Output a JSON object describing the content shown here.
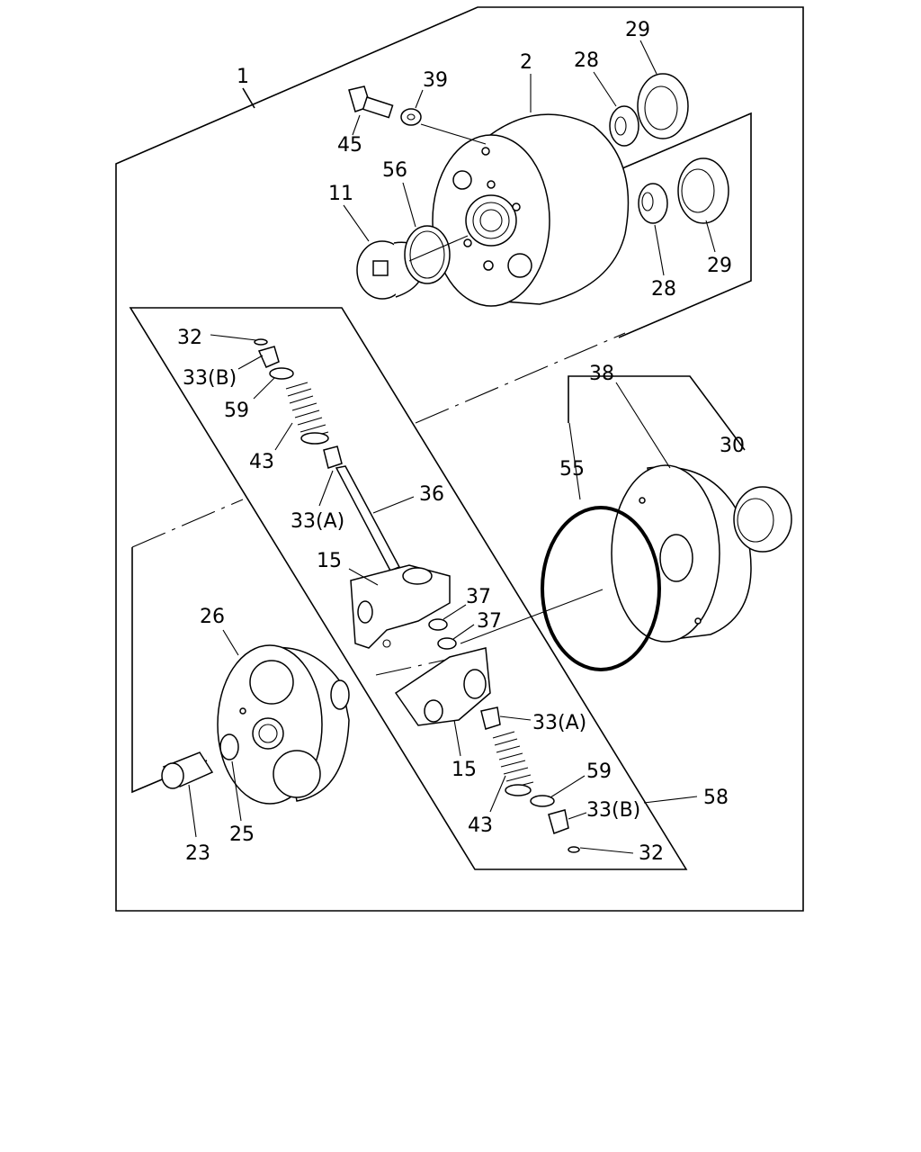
{
  "diagram": {
    "labels": {
      "l1": "1",
      "l2": "2",
      "l11": "11",
      "l15a": "15",
      "l15b": "15",
      "l23": "23",
      "l25": "25",
      "l26": "26",
      "l28a": "28",
      "l28b": "28",
      "l29a": "29",
      "l29b": "29",
      "l30": "30",
      "l32a": "32",
      "l32b": "32",
      "l33Ba": "33(B)",
      "l33Bb": "33(B)",
      "l33Aa": "33(A)",
      "l33Ab": "33(A)",
      "l36": "36",
      "l37a": "37",
      "l37b": "37",
      "l38": "38",
      "l39": "39",
      "l43a": "43",
      "l43b": "43",
      "l45": "45",
      "l55": "55",
      "l56": "56",
      "l58": "58",
      "l59a": "59",
      "l59b": "59"
    }
  }
}
